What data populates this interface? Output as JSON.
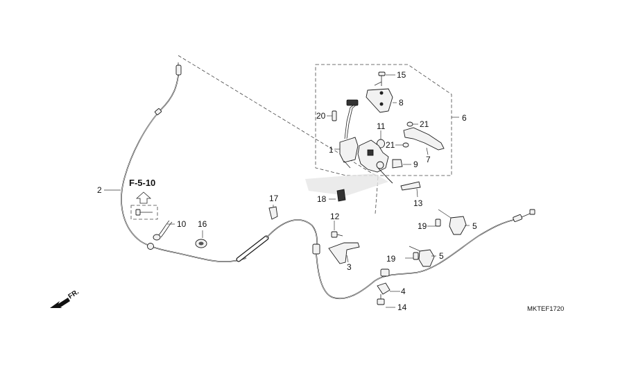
{
  "diagram_code": "MKTEF1720",
  "reference": {
    "label": "F-5-10"
  },
  "direction_marker": {
    "label": "FR."
  },
  "parts": [
    {
      "key": "p1",
      "label": "1"
    },
    {
      "key": "p2",
      "label": "2"
    },
    {
      "key": "p3",
      "label": "3"
    },
    {
      "key": "p4",
      "label": "4"
    },
    {
      "key": "p5a",
      "label": "5"
    },
    {
      "key": "p5b",
      "label": "5"
    },
    {
      "key": "p6",
      "label": "6"
    },
    {
      "key": "p7",
      "label": "7"
    },
    {
      "key": "p8",
      "label": "8"
    },
    {
      "key": "p9",
      "label": "9"
    },
    {
      "key": "p10",
      "label": "10"
    },
    {
      "key": "p11",
      "label": "11"
    },
    {
      "key": "p12",
      "label": "12"
    },
    {
      "key": "p13",
      "label": "13"
    },
    {
      "key": "p14",
      "label": "14"
    },
    {
      "key": "p15",
      "label": "15"
    },
    {
      "key": "p16",
      "label": "16"
    },
    {
      "key": "p17",
      "label": "17"
    },
    {
      "key": "p18",
      "label": "18"
    },
    {
      "key": "p19a",
      "label": "19"
    },
    {
      "key": "p19b",
      "label": "19"
    },
    {
      "key": "p20",
      "label": "20"
    },
    {
      "key": "p21a",
      "label": "21"
    },
    {
      "key": "p21b",
      "label": "21"
    }
  ]
}
